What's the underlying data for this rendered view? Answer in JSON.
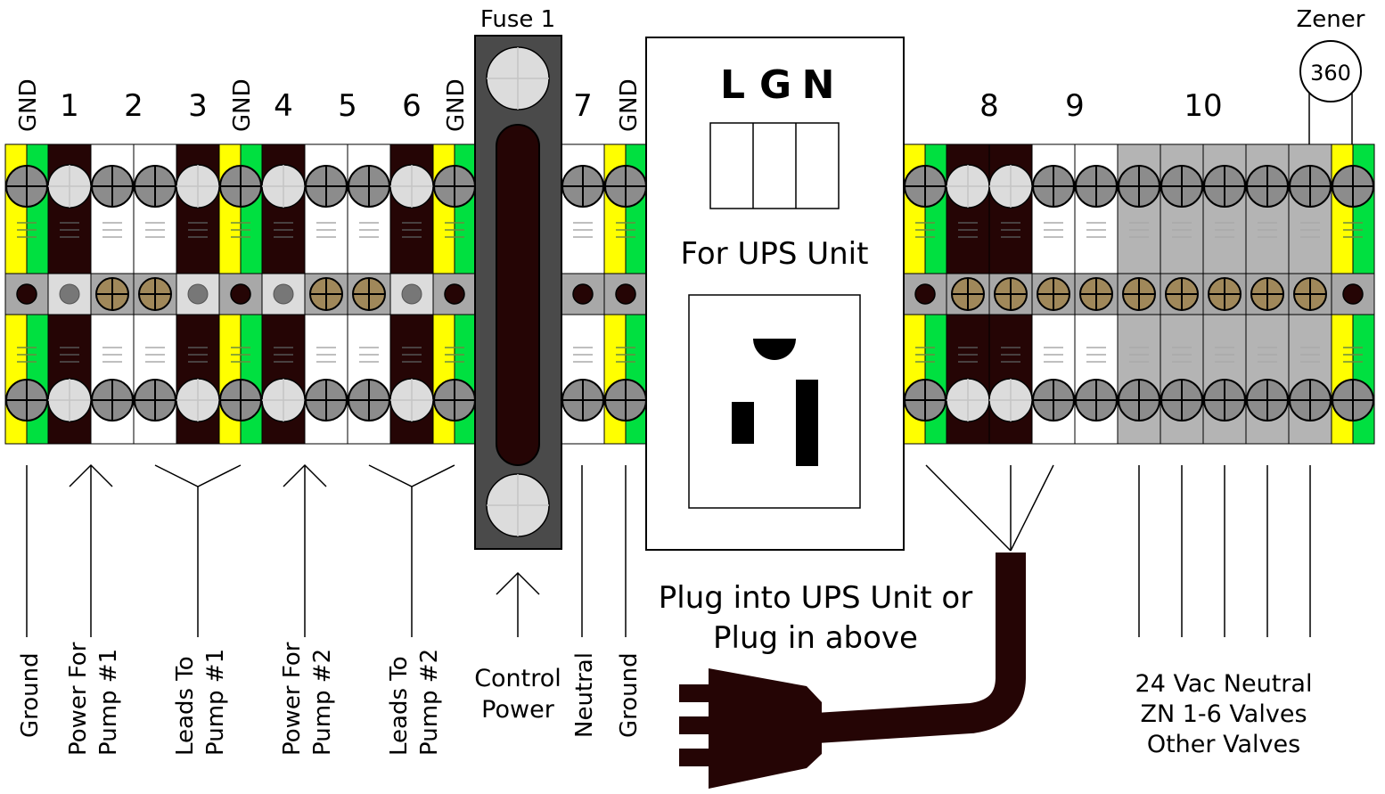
{
  "labels": {
    "fuse_title": "Fuse 1",
    "zener_title": "Zener",
    "zener_value": "360",
    "gnd": "GND",
    "lgn_l": "L",
    "lgn_g": "G",
    "lgn_n": "N",
    "ups_label": "For UPS Unit",
    "plug_line1": "Plug into UPS Unit or",
    "plug_line2": "Plug in above",
    "control_line1": "Control",
    "control_line2": "Power",
    "right_line1": "24 Vac Neutral",
    "right_line2": "ZN 1-6 Valves",
    "right_line3": "Other Valves"
  },
  "terminal_numbers": [
    "1",
    "2",
    "3",
    "4",
    "5",
    "6",
    "7",
    "8",
    "9",
    "10"
  ],
  "bottom_labels": [
    {
      "line1": "Ground",
      "line2": ""
    },
    {
      "line1": "Power For",
      "line2": "Pump #1"
    },
    {
      "line1": "Leads To",
      "line2": "Pump #1"
    },
    {
      "line1": "Power For",
      "line2": "Pump #2"
    },
    {
      "line1": "Leads To",
      "line2": "Pump #2"
    },
    {
      "line1": "Neutral",
      "line2": ""
    },
    {
      "line1": "Ground",
      "line2": ""
    }
  ],
  "colors": {
    "ground_yellow": "#ffff00",
    "ground_green": "#00e040",
    "power_dark": "#250505",
    "neutral_gray": "#b4b4b4",
    "fuse_holder": "#4a4a4a",
    "brass": "#a0885a"
  }
}
